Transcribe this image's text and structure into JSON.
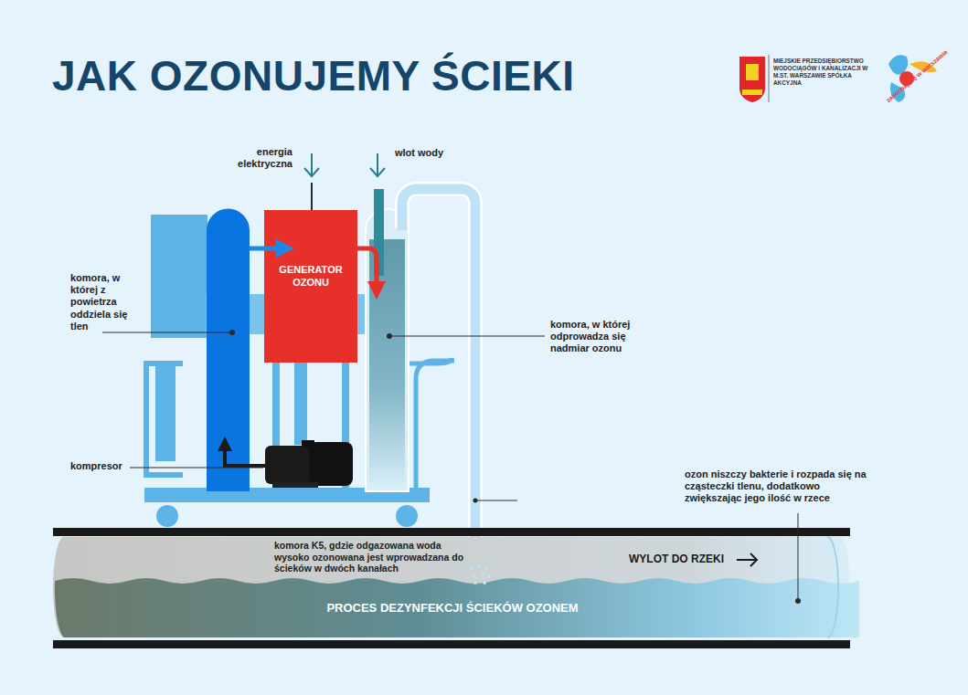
{
  "diagram": {
    "title": "JAK OZONUJEMY ŚCIEKI",
    "nodes": [
      {
        "text": [
          "GENERATOR OZONU"
        ]
      },
      {
        "text": [
          "PROCES DEZYNFEKCJI ŚCIEKÓW OZONEM"
        ]
      }
    ],
    "labels": [
      "MIEJSKIE PRZEDSIĘBIORSTWO WODOCIĄGÓW I KANALIZACJI W M.ST. WARSZAWIE SPÓŁKA AKCYJNA",
      "zakochaj się w warszawie",
      "energia elektryczna",
      "wlot wody",
      "komora, w której z powietrza oddziela się tlen",
      "komora, w której odprowadza się nadmiar ozonu",
      "kompresor",
      "ozon niszczy bakterie i rozpada się na cząsteczki tlenu, dodatkowo zwiększając jego ilość w rzece",
      "komora K5, gdzie odgazowana woda wysoko ozonowana jest wprowadzana do ścieków w dwóch kanałach",
      "WYLOT DO RZEKI"
    ]
  }
}
